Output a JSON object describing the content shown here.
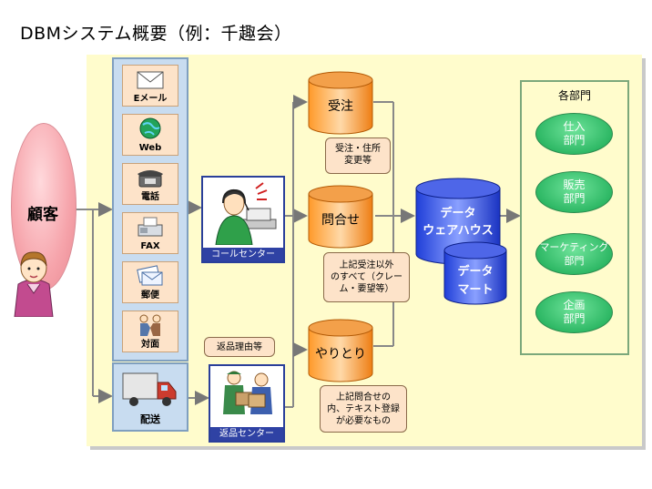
{
  "title": "DBMシステム概要（例：千趣会）",
  "customer": {
    "label": "顧客"
  },
  "channels": [
    {
      "label": "Eメール",
      "icon": "envelope-icon"
    },
    {
      "label": "Web",
      "icon": "globe-icon"
    },
    {
      "label": "電話",
      "icon": "telephone-icon"
    },
    {
      "label": "FAX",
      "icon": "fax-icon"
    },
    {
      "label": "郵便",
      "icon": "mail-icon"
    },
    {
      "label": "対面",
      "icon": "handshake-icon"
    }
  ],
  "delivery": {
    "label": "配送",
    "icon": "truck-icon"
  },
  "call_center": {
    "label": "コールセンター"
  },
  "return_center": {
    "label": "返品センター"
  },
  "return_reason": "返品理由等",
  "databases": [
    {
      "label": "受注"
    },
    {
      "label": "問合せ"
    },
    {
      "label": "やりとり"
    }
  ],
  "callouts": [
    "受注・住所\n変更等",
    "上記受注以外\nのすべて（クレー\nム・要望等）",
    "上記問合せの\n内、テキスト登録\nが必要なもの"
  ],
  "warehouse": {
    "line1": "データ",
    "line2": "ウェアハウス"
  },
  "mart": {
    "line1": "データ",
    "line2": "マート"
  },
  "departments": {
    "title": "各部門",
    "items": [
      {
        "label": "仕入\n部門"
      },
      {
        "label": "販売\n部門"
      },
      {
        "label": "マーケティング\n部門"
      },
      {
        "label": "企画\n部門"
      }
    ]
  },
  "colors": {
    "panel": "#fffccc",
    "channel_frame": "#c8dcf0",
    "cylinder_orange": "#f08a24",
    "cylinder_blue": "#2b46d6",
    "department_green": "#2eb865",
    "center_label_blue": "#2f42a4",
    "customer_pink": "#f6a4ab"
  }
}
